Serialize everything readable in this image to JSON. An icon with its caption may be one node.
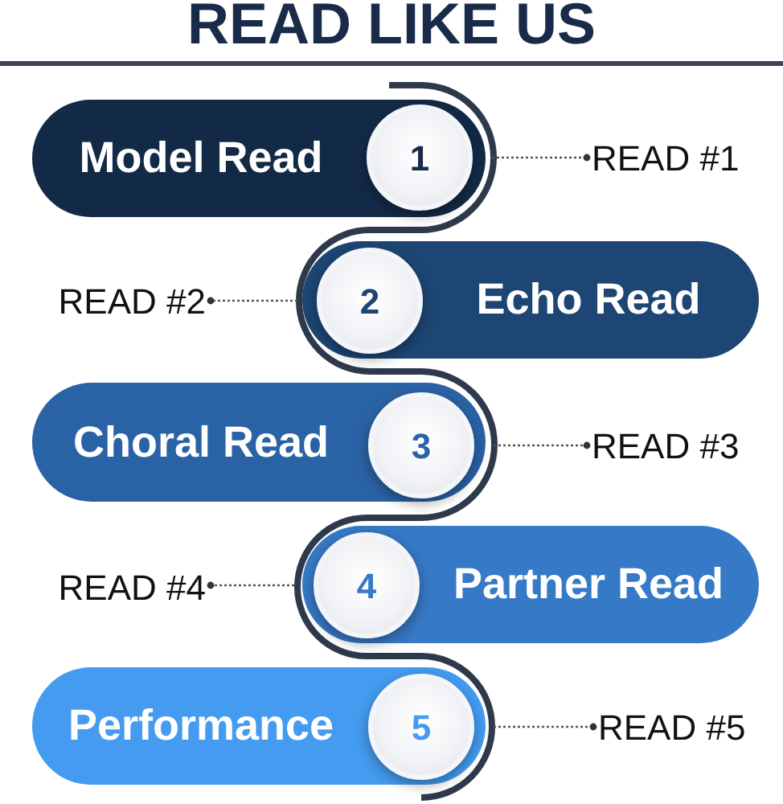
{
  "diagram": {
    "title": "READ LIKE US",
    "nodes": [
      {
        "text": [
          "Model Read"
        ]
      },
      {
        "text": [
          "1"
        ],
        "in": 0
      },
      {
        "text": [
          "READ #1"
        ]
      },
      {
        "text": [
          "READ #2"
        ]
      },
      {
        "text": [
          "Echo Read"
        ]
      },
      {
        "text": [
          "2"
        ],
        "in": 4
      },
      {
        "text": [
          "Choral Read"
        ]
      },
      {
        "text": [
          "3"
        ],
        "in": 6
      },
      {
        "text": [
          "READ #3"
        ]
      },
      {
        "text": [
          "READ #4"
        ]
      },
      {
        "text": [
          "Partner Read"
        ]
      },
      {
        "text": [
          "4"
        ],
        "in": 10
      },
      {
        "text": [
          "Performance"
        ]
      },
      {
        "text": [
          "5"
        ],
        "in": 12
      },
      {
        "text": [
          "READ #5"
        ]
      }
    ],
    "edges": [
      {
        "from": 1,
        "to": 2,
        "arrow": "other",
        "style": "dashed"
      },
      {
        "from": 5,
        "to": 3,
        "arrow": "other",
        "style": "dashed"
      },
      {
        "from": 7,
        "to": 8,
        "arrow": "other",
        "style": "dashed"
      },
      {
        "from": 11,
        "to": 9,
        "arrow": "other",
        "style": "dashed"
      },
      {
        "from": 13,
        "to": 14,
        "arrow": "other",
        "style": "dashed"
      }
    ]
  }
}
